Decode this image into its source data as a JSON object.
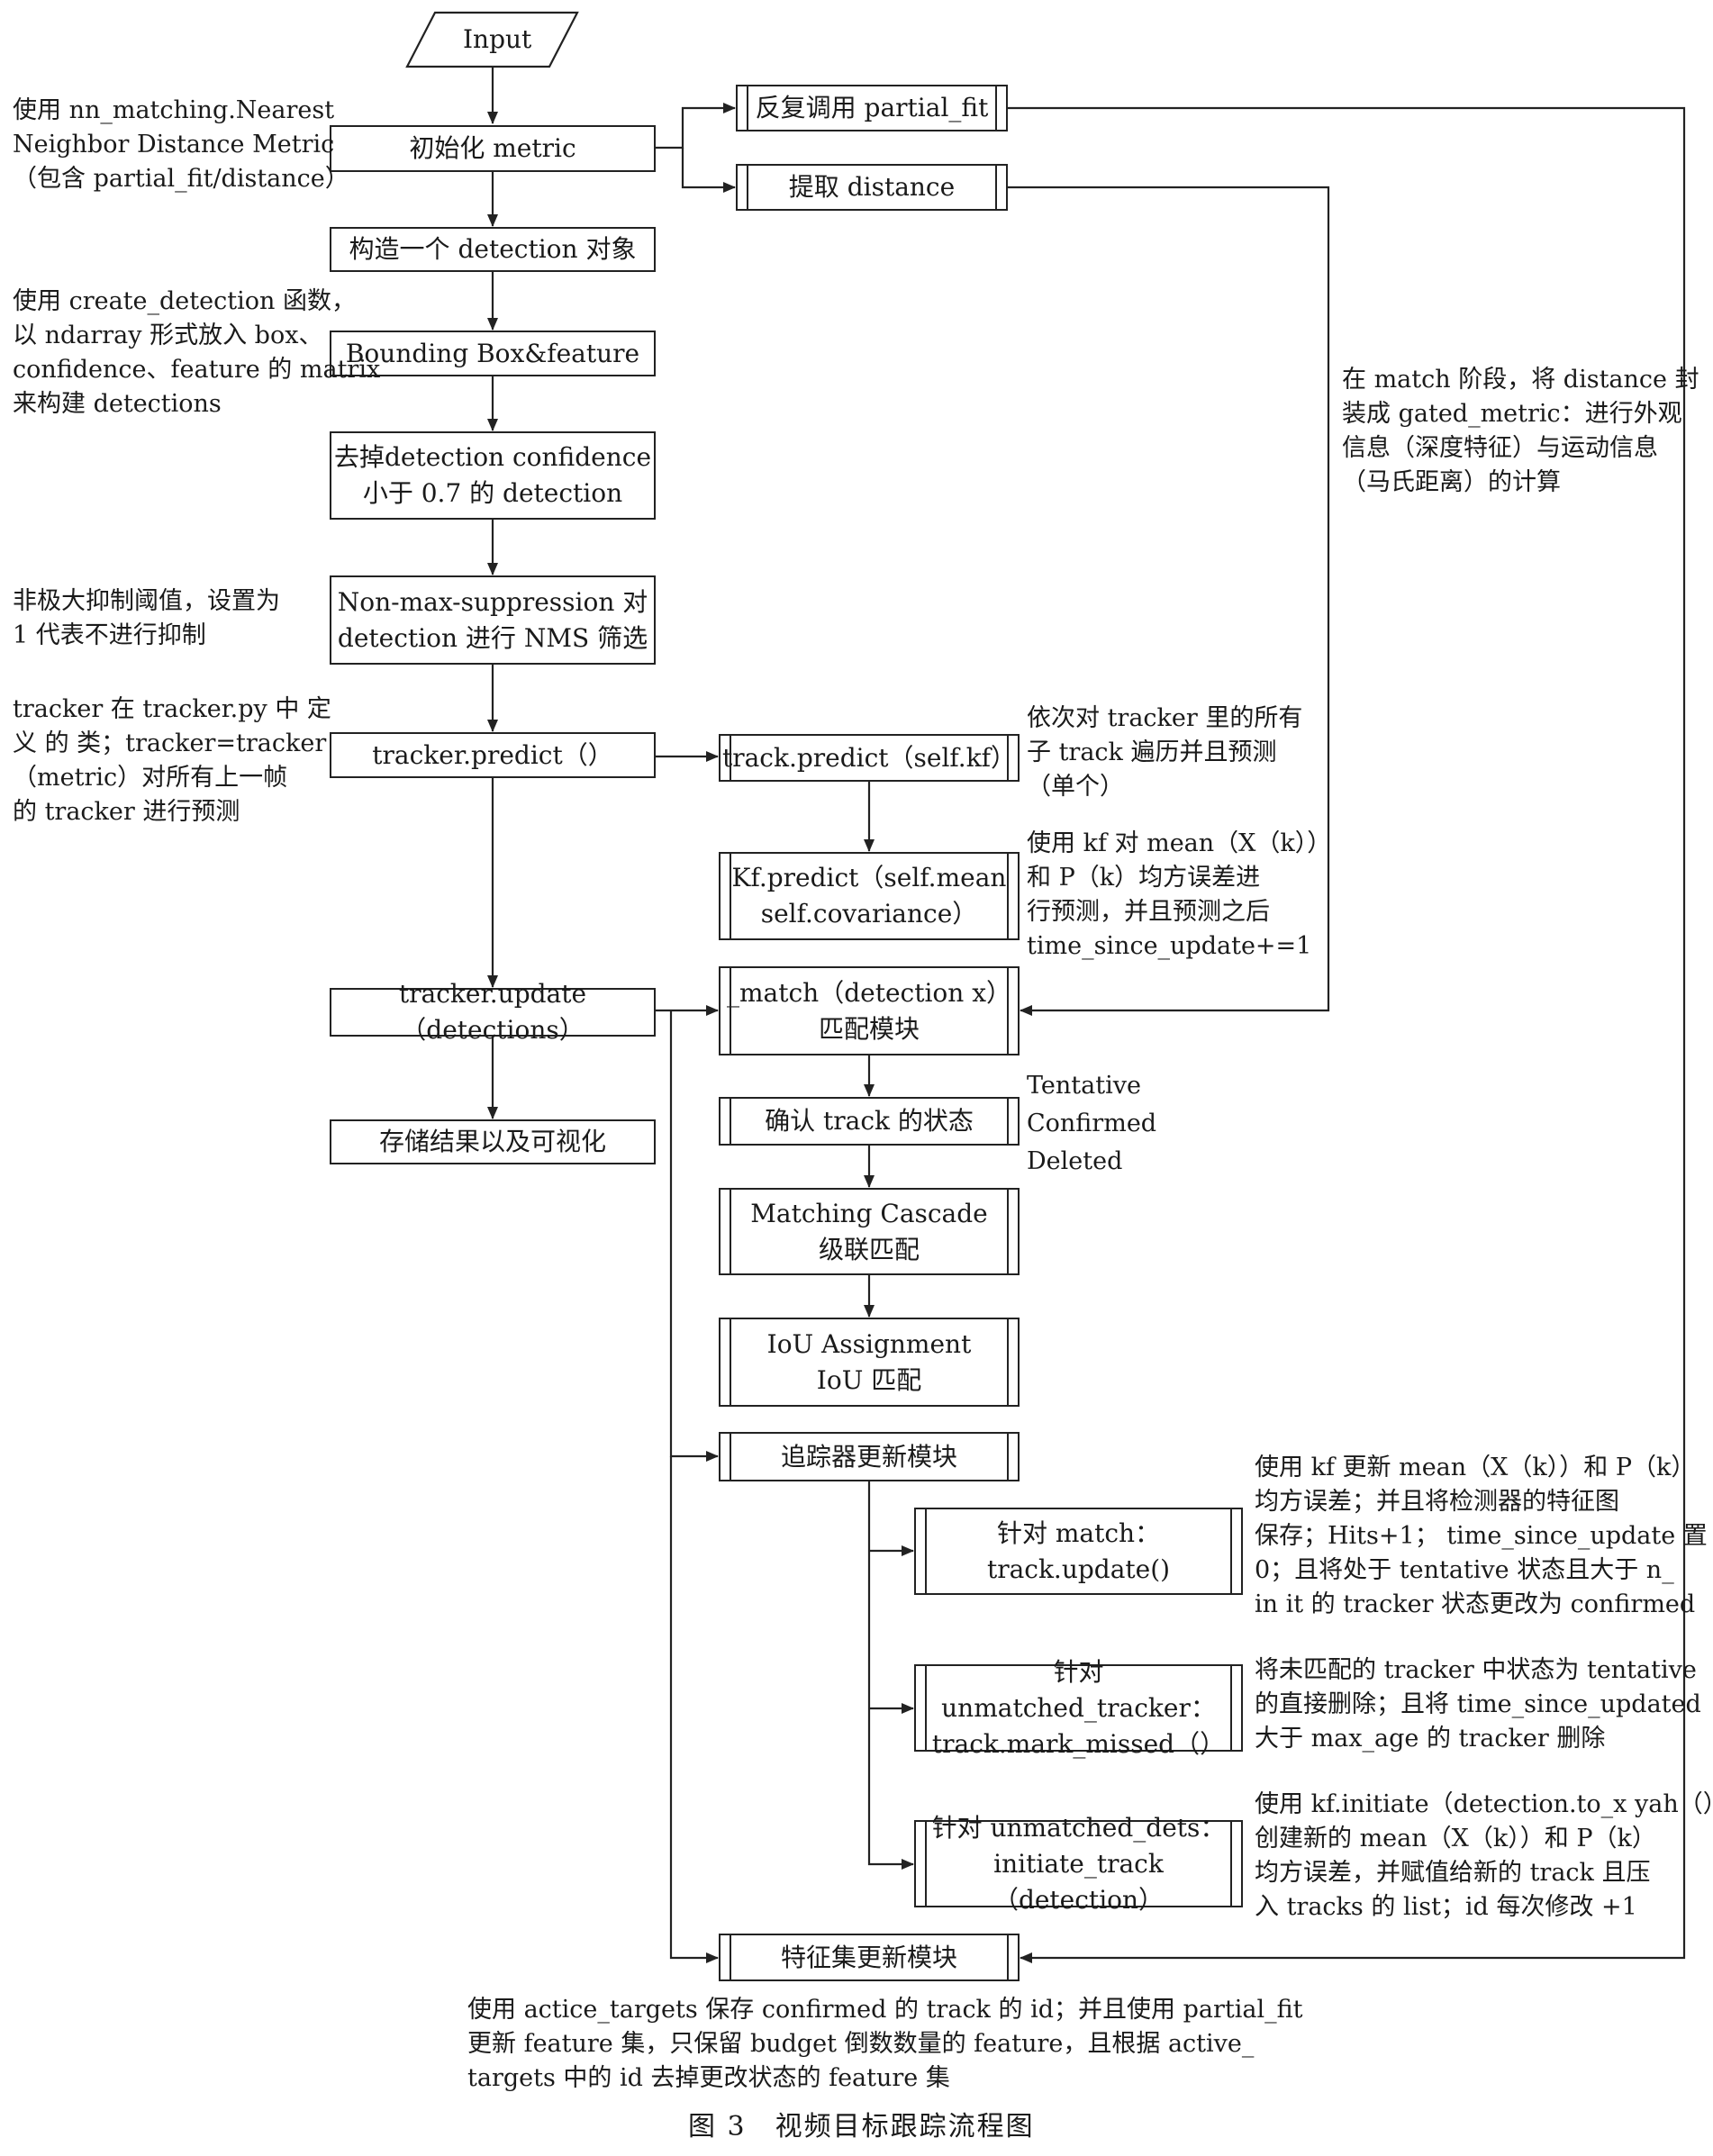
{
  "nodes": {
    "input": "Input",
    "init_metric": "初始化 metric",
    "repeat_partial_fit": "反复调用 partial_fit",
    "extract_distance": "提取 distance",
    "construct_detection": "构造一个 detection 对象",
    "bbox_feature": "Bounding Box&feature",
    "remove_low_conf": [
      "去掉detection confidence",
      "小于 0.7 的 detection"
    ],
    "nms": [
      "Non-max-suppression 对",
      "detection 进行 NMS 筛选"
    ],
    "tracker_predict": "tracker.predict（）",
    "track_predict": "track.predict（self.kf）",
    "kf_predict": [
      "Kf.predict（self.mean",
      "self.covariance）"
    ],
    "tracker_update": "tracker.update（detections）",
    "match": [
      "_match（detection x）",
      "匹配模块"
    ],
    "confirm_state": "确认 track 的状态",
    "store_results": "存储结果以及可视化",
    "matching_cascade": [
      "Matching Cascade",
      "级联匹配"
    ],
    "iou_assignment": [
      "IoU Assignment",
      "IoU 匹配"
    ],
    "tracker_update_module": "追踪器更新模块",
    "for_match": [
      "针对 match：",
      "track.update()"
    ],
    "for_unmatched_tracker": [
      "针对 unmatched_tracker：",
      "track.mark_missed（）"
    ],
    "for_unmatched_dets": [
      "针对 unmatched_dets：",
      "initiate_track（detection）"
    ],
    "feature_update_module": "特征集更新模块"
  },
  "notes": {
    "metric": [
      "使用 nn_matching.Nearest",
      "Neighbor Distance Metric",
      "（包含 partial_fit/distance）"
    ],
    "create_detection": [
      "使用 create_detection 函数，",
      "以 ndarray 形式放入 box、",
      "confidence、feature 的 matrix",
      "来构建 detections"
    ],
    "nms_threshold": [
      "非极大抑制阈值，设置为",
      "1 代表不进行抑制"
    ],
    "tracker_class": [
      "tracker 在 tracker.py 中 定",
      "义 的 类；tracker=tracker",
      "（metric）对所有上一帧",
      "的 tracker 进行预测"
    ],
    "gated_metric": [
      "在 match 阶段，将 distance 封",
      "装成 gated_metric：进行外观",
      "信息（深度特征）与运动信息",
      "（马氏距离）的计算"
    ],
    "track_traverse": [
      "依次对 tracker 里的所有",
      "子 track 遍历并且预测",
      "（单个）"
    ],
    "kf_usage": [
      "使用 kf 对 mean（X（k））",
      "和 P（k）均方误差进",
      "行预测，并且预测之后",
      "time_since_update+=1"
    ],
    "states": [
      "Tentative",
      "Confirmed",
      "Deleted"
    ],
    "kf_update": [
      "使用 kf 更新 mean（X（k））和 P（k）",
      "均方误差；并且将检测器的特征图",
      "保存；Hits+1； time_since_update 置",
      "0；且将处于 tentative 状态且大于 n_",
      "in it 的 tracker 状态更改为 confirmed"
    ],
    "delete_unmatched": [
      "将未匹配的 tracker 中状态为 tentative",
      "的直接删除；且将 time_since_updated",
      "大于 max_age 的 tracker 删除"
    ],
    "initiate": [
      "使用 kf.initiate（detection.to_x yah（）",
      "创建新的 mean（X（k））和 P（k）",
      "均方误差，并赋值给新的 track 且压",
      "入 tracks 的 list；id 每次修改 +1"
    ],
    "feature_set": [
      "使用 actice_targets 保存 confirmed 的 track 的 id；并且使用 partial_fit",
      "更新 feature 集，只保留 budget 倒数数量的 feature，且根据 active_",
      "targets 中的 id 去掉更改状态的 feature 集"
    ]
  },
  "caption": "图 3　视频目标跟踪流程图"
}
